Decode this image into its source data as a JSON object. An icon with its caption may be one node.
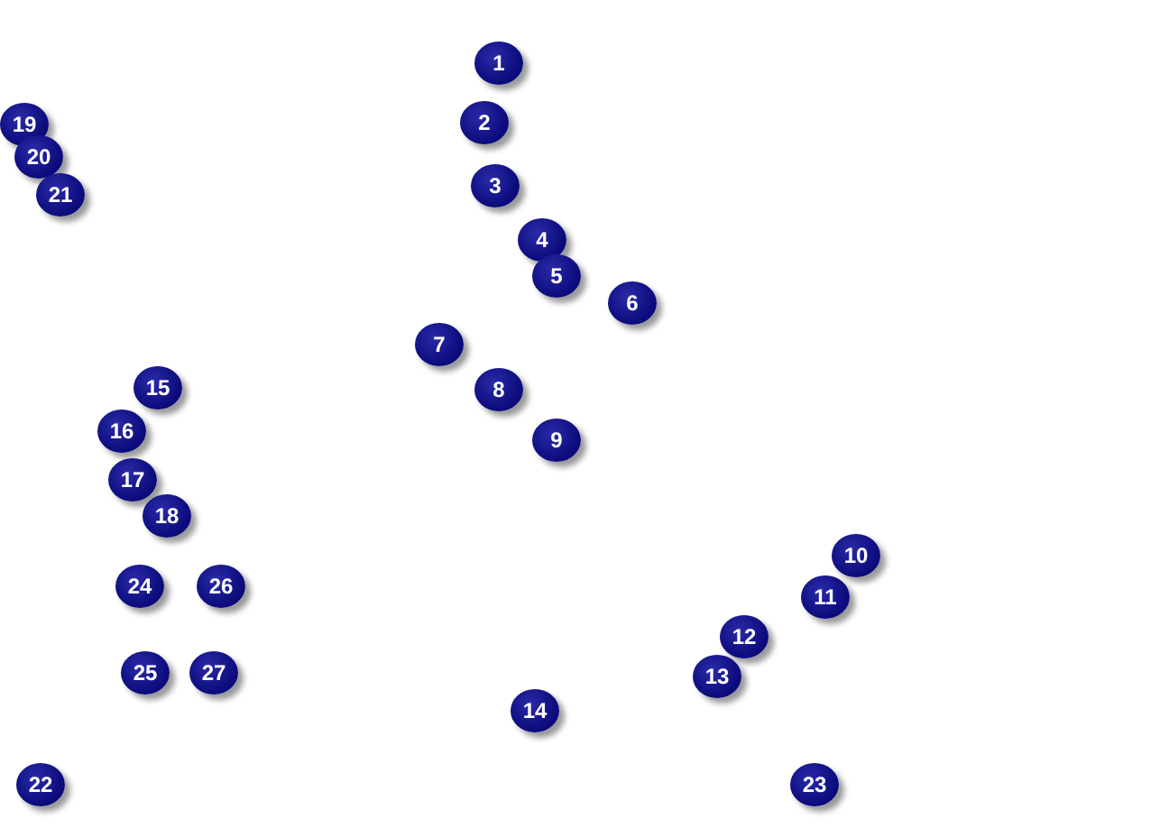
{
  "diagram": {
    "nodes": [
      {
        "text": [
          "1"
        ]
      },
      {
        "text": [
          "2"
        ]
      },
      {
        "text": [
          "3"
        ]
      },
      {
        "text": [
          "4"
        ]
      },
      {
        "text": [
          "5"
        ]
      },
      {
        "text": [
          "6"
        ]
      },
      {
        "text": [
          "7"
        ]
      },
      {
        "text": [
          "8"
        ]
      },
      {
        "text": [
          "9"
        ]
      },
      {
        "text": [
          "10"
        ]
      },
      {
        "text": [
          "11"
        ]
      },
      {
        "text": [
          "12"
        ]
      },
      {
        "text": [
          "13"
        ]
      },
      {
        "text": [
          "14"
        ]
      },
      {
        "text": [
          "15"
        ]
      },
      {
        "text": [
          "16"
        ]
      },
      {
        "text": [
          "17"
        ]
      },
      {
        "text": [
          "18"
        ]
      },
      {
        "text": [
          "19"
        ]
      },
      {
        "text": [
          "20"
        ]
      },
      {
        "text": [
          "21"
        ]
      },
      {
        "text": [
          "22"
        ]
      },
      {
        "text": [
          "23"
        ]
      },
      {
        "text": [
          "24"
        ]
      },
      {
        "text": [
          "25"
        ]
      },
      {
        "text": [
          "26"
        ]
      },
      {
        "text": [
          "27"
        ]
      }
    ]
  }
}
